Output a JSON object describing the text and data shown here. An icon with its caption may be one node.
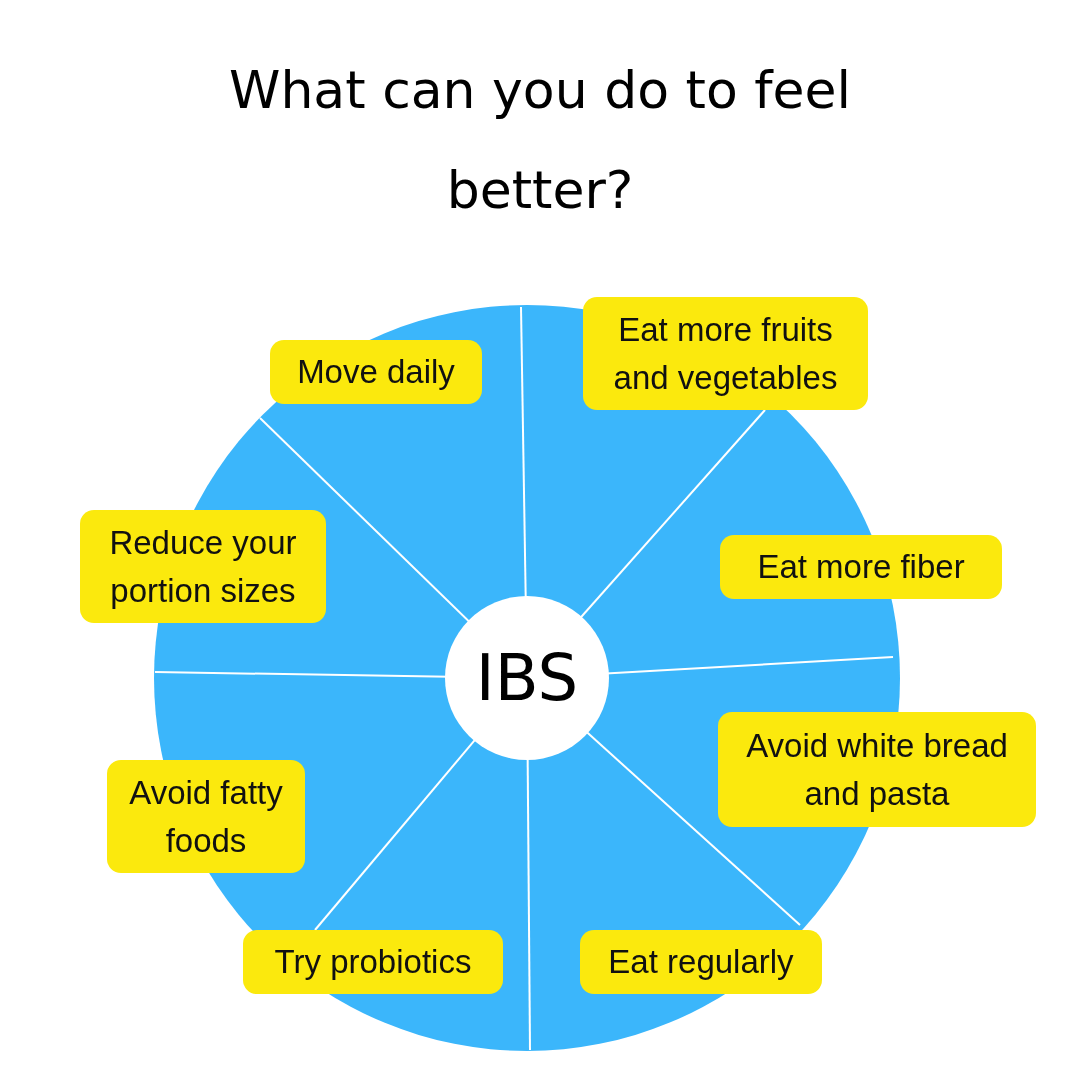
{
  "diagram": {
    "title": "What can you do to feel better?",
    "nodes": [
      {
        "text": [
          "Move daily"
        ]
      },
      {
        "text": [
          "Eat more fruits and vegetables"
        ]
      },
      {
        "text": [
          "Reduce your portion sizes"
        ]
      },
      {
        "text": [
          "Eat more fiber"
        ]
      },
      {
        "text": [
          "IBS"
        ]
      },
      {
        "text": [
          "Avoid white bread and pasta"
        ]
      },
      {
        "text": [
          "Avoid fatty foods"
        ]
      },
      {
        "text": [
          "Try probiotics"
        ]
      },
      {
        "text": [
          "Eat regularly"
        ]
      }
    ]
  }
}
